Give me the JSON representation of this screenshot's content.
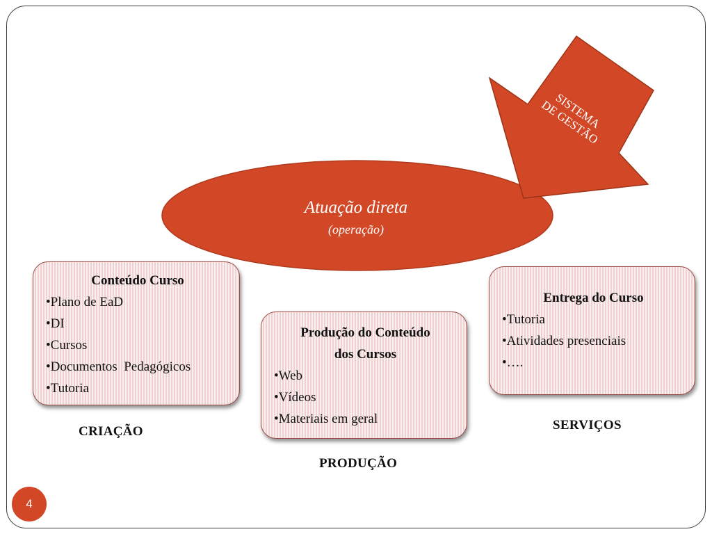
{
  "slide": {
    "page_number": "4",
    "colors": {
      "accent": "#d24726",
      "box_fill": "#f2dbda",
      "box_border": "#9a4a43"
    }
  },
  "arrow": {
    "line1": "SISTEMA",
    "line2": "DE GESTÃO"
  },
  "ellipse": {
    "title": "Atuação direta",
    "subtitle": "(operação)"
  },
  "boxes": {
    "criacao": {
      "title": "Conteúdo Curso",
      "items": [
        "Plano de EaD",
        "DI",
        "Cursos",
        "Documentos  Pedagógicos",
        "Tutoria"
      ],
      "label": "CRIAÇÃO"
    },
    "producao": {
      "title_line1": "Produção do Conteúdo",
      "title_line2": "dos Cursos",
      "items": [
        "Web",
        "Vídeos",
        "Materiais em geral"
      ],
      "label": "PRODUÇÃO"
    },
    "servicos": {
      "title": "Entrega do Curso",
      "items": [
        "Tutoria",
        "Atividades presenciais",
        "…."
      ],
      "label": "SERVIÇOS"
    }
  }
}
